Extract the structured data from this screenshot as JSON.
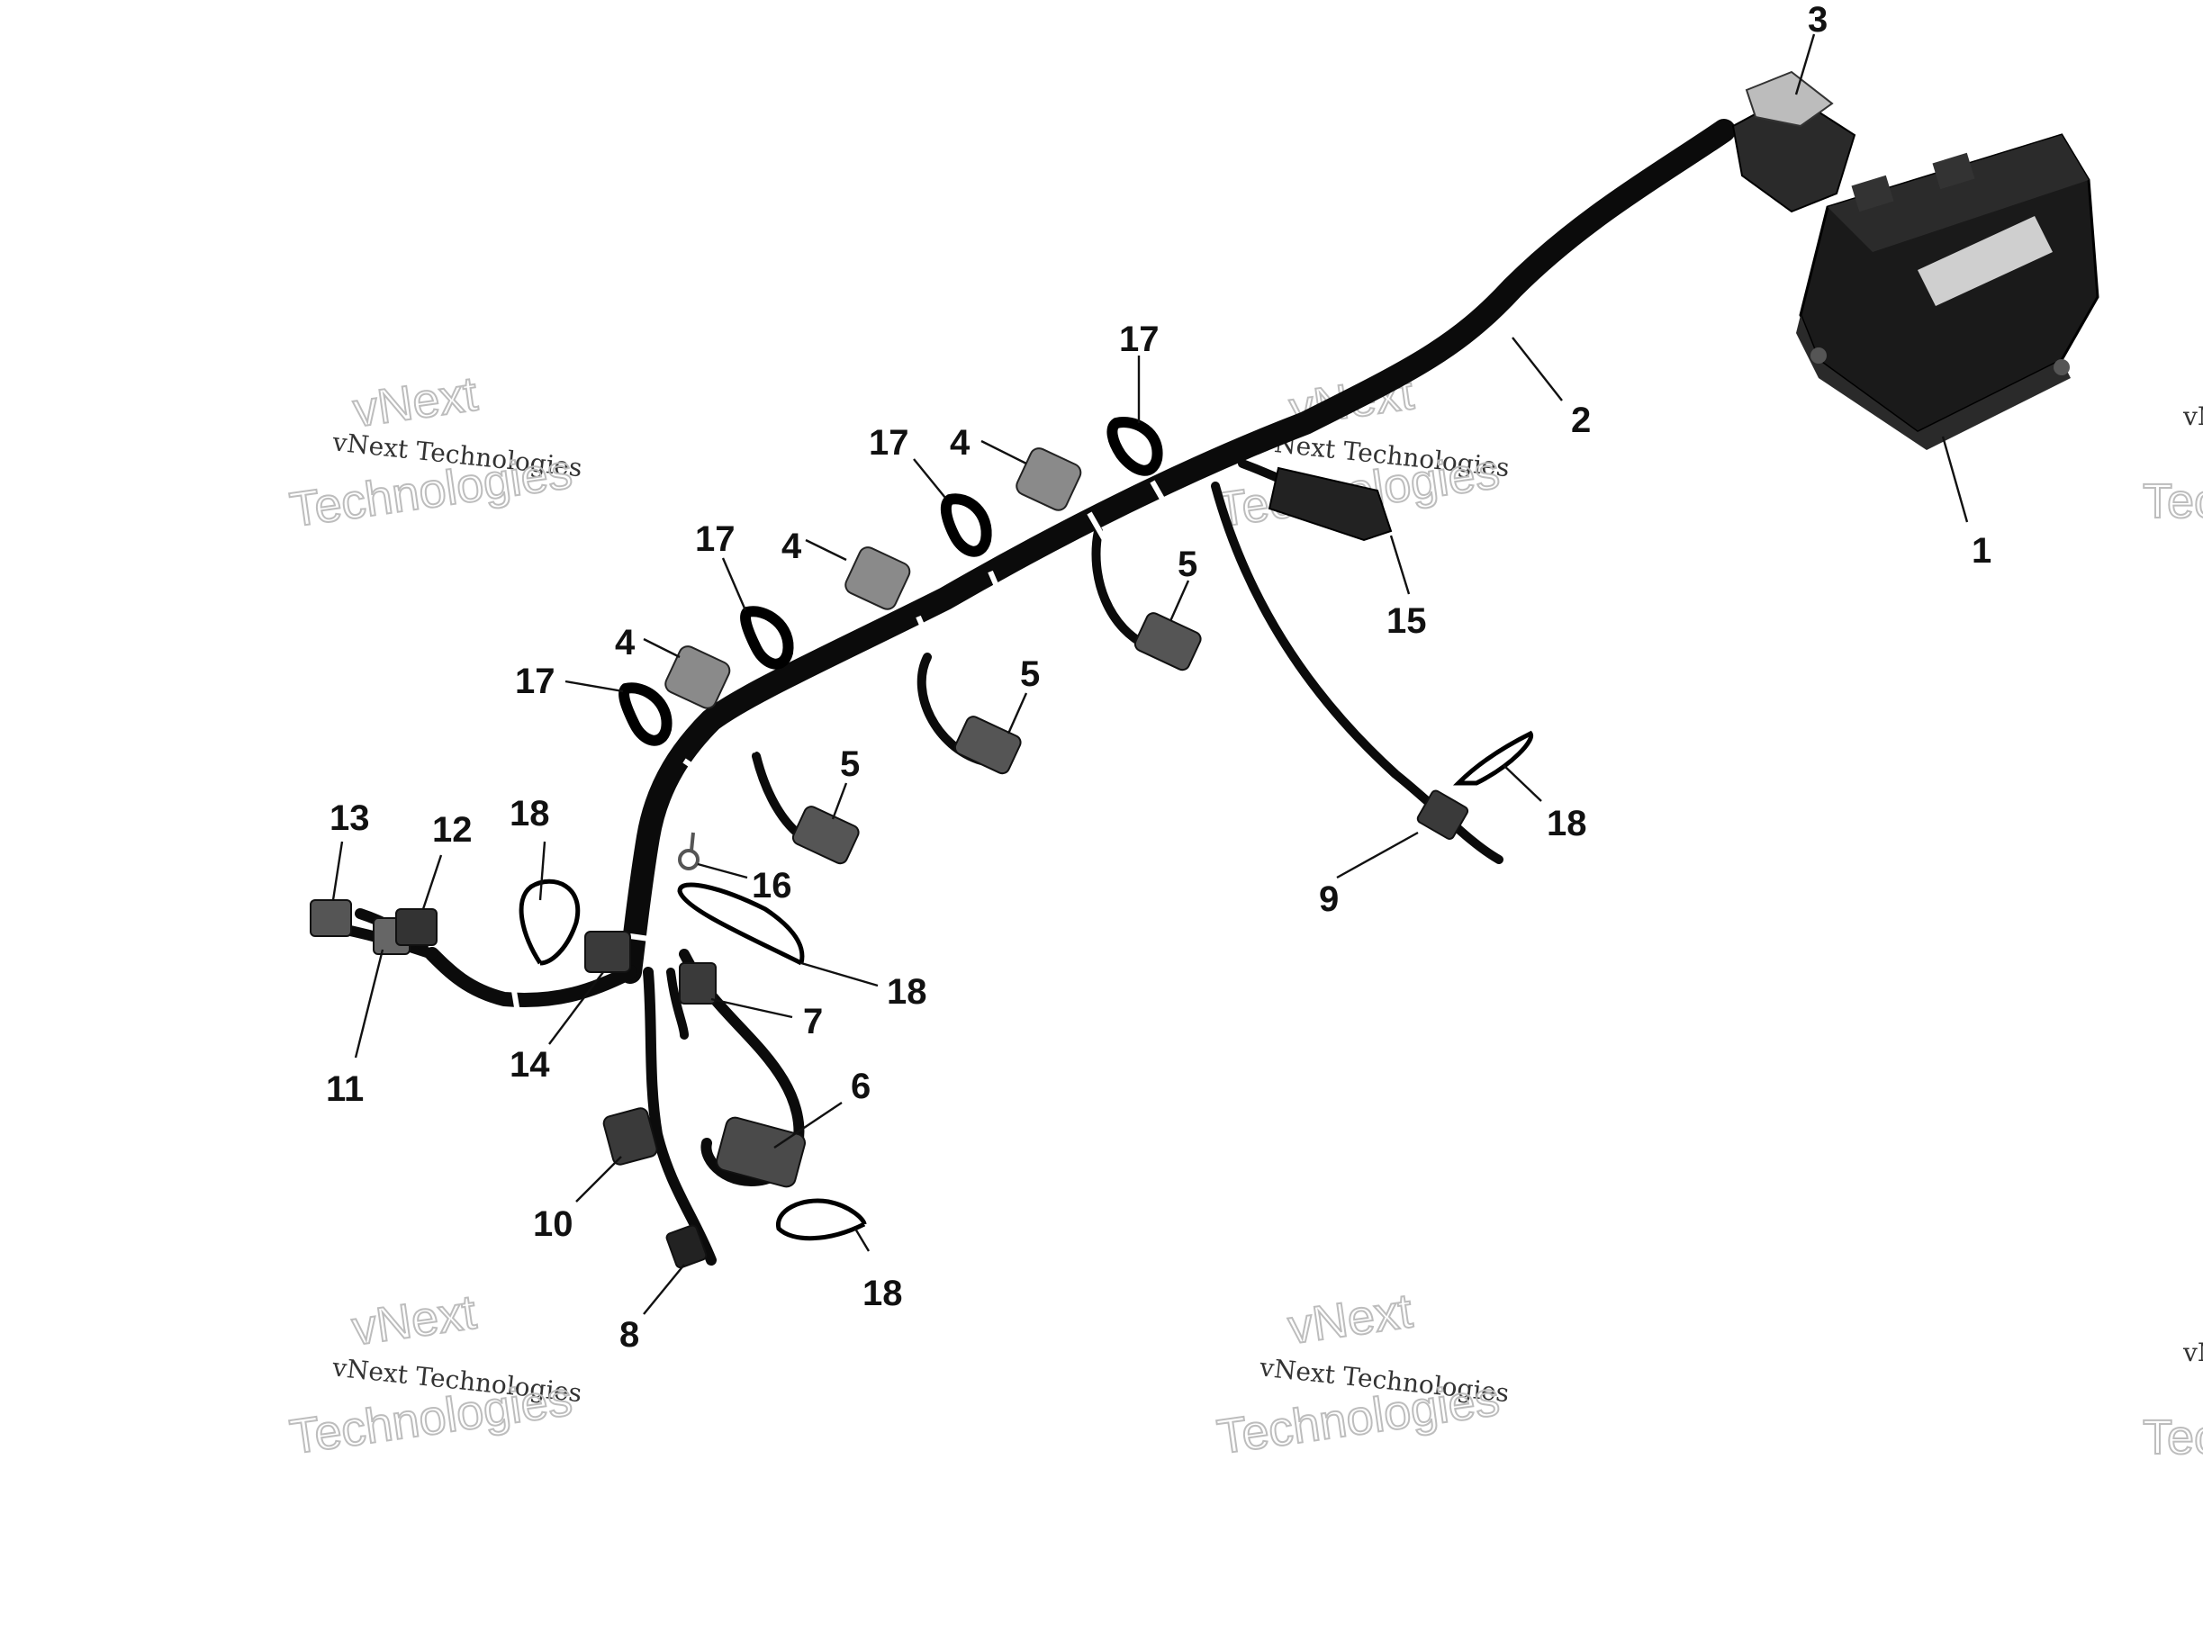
{
  "callouts": [
    {
      "id": "c1",
      "text": "1"
    },
    {
      "id": "c2",
      "text": "2"
    },
    {
      "id": "c3",
      "text": "3"
    },
    {
      "id": "c4a",
      "text": "4"
    },
    {
      "id": "c4b",
      "text": "4"
    },
    {
      "id": "c4c",
      "text": "4"
    },
    {
      "id": "c5a",
      "text": "5"
    },
    {
      "id": "c5b",
      "text": "5"
    },
    {
      "id": "c5c",
      "text": "5"
    },
    {
      "id": "c6",
      "text": "6"
    },
    {
      "id": "c7",
      "text": "7"
    },
    {
      "id": "c8",
      "text": "8"
    },
    {
      "id": "c9",
      "text": "9"
    },
    {
      "id": "c10",
      "text": "10"
    },
    {
      "id": "c11",
      "text": "11"
    },
    {
      "id": "c12",
      "text": "12"
    },
    {
      "id": "c13",
      "text": "13"
    },
    {
      "id": "c14",
      "text": "14"
    },
    {
      "id": "c15",
      "text": "15"
    },
    {
      "id": "c16",
      "text": "16"
    },
    {
      "id": "c17a",
      "text": "17"
    },
    {
      "id": "c17b",
      "text": "17"
    },
    {
      "id": "c17c",
      "text": "17"
    },
    {
      "id": "c17d",
      "text": "17"
    },
    {
      "id": "c18a",
      "text": "18"
    },
    {
      "id": "c18b",
      "text": "18"
    },
    {
      "id": "c18c",
      "text": "18"
    },
    {
      "id": "c18d",
      "text": "18"
    }
  ],
  "watermark": {
    "line_small": "vNext Technologies",
    "line_big_1": "vNext",
    "line_big_2": "Technologies"
  },
  "colors": {
    "harness": "#0b0b0b",
    "connector": "#3a3a3a",
    "connector_light": "#8a8a8a",
    "ecm_body": "#1a1a1a",
    "ecm_label": "#cfcfcf"
  }
}
